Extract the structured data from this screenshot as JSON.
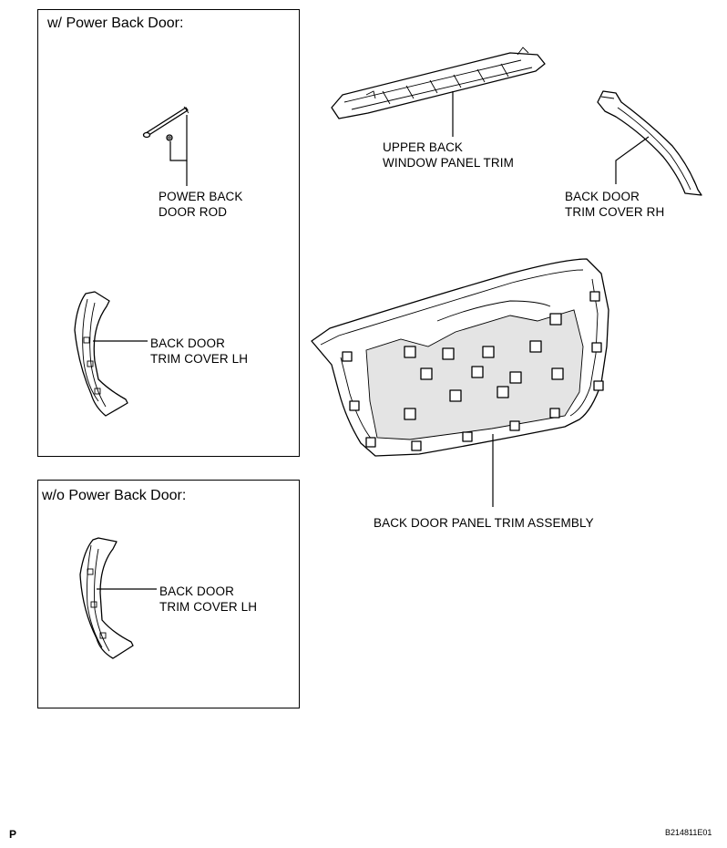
{
  "box_power": {
    "title": "w/ Power Back Door:"
  },
  "box_nopower": {
    "title": "w/o Power Back Door:"
  },
  "labels": {
    "power_rod": [
      "POWER BACK",
      "DOOR ROD"
    ],
    "trim_lh_power": [
      "BACK DOOR",
      "TRIM COVER LH"
    ],
    "trim_lh_nopower": [
      "BACK DOOR",
      "TRIM COVER LH"
    ],
    "upper_trim": [
      "UPPER BACK",
      "WINDOW PANEL TRIM"
    ],
    "trim_rh": [
      "BACK DOOR",
      "TRIM COVER RH"
    ],
    "panel_assy": [
      "BACK DOOR PANEL TRIM ASSEMBLY"
    ]
  },
  "footer": {
    "left": "P",
    "right": "B214811E01"
  }
}
